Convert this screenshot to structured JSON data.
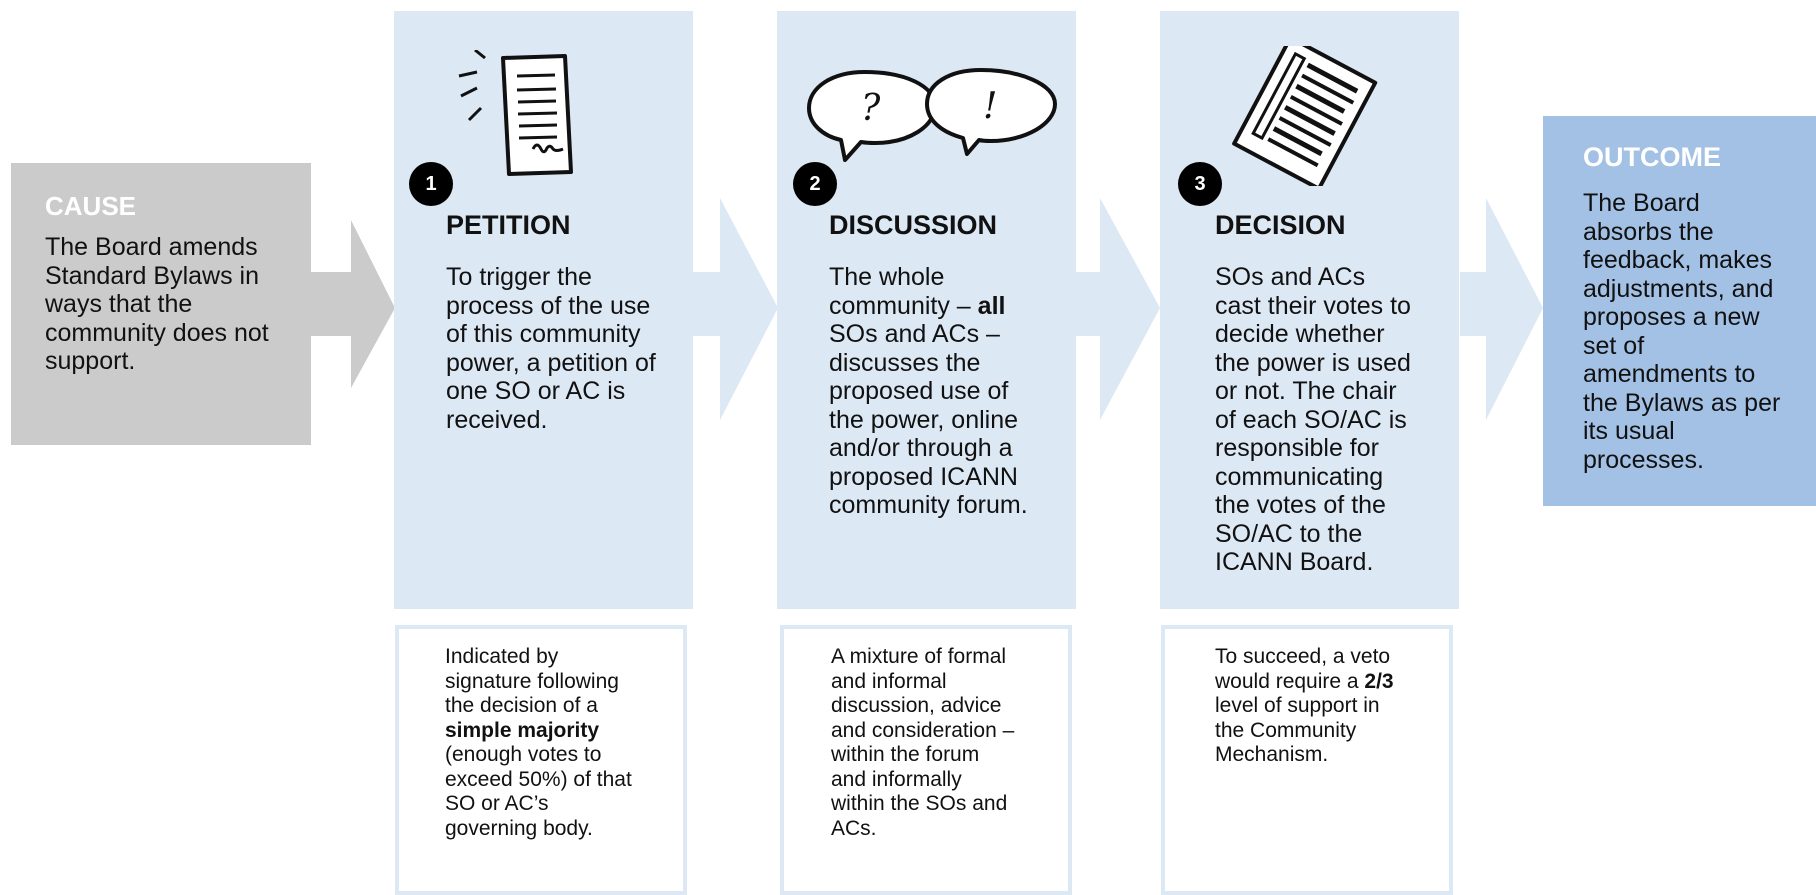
{
  "colors": {
    "cause_gray": "#cbcbcb",
    "step_blue": "#dde8f5",
    "outcome_blue": "#a3c1e5",
    "number_black": "#000000"
  },
  "cause": {
    "title": "CAUSE",
    "text": "The Board amends\nStandard Bylaws in\nways that the\ncommunity does not\nsupport."
  },
  "steps": [
    {
      "number": "1",
      "title": "PETITION",
      "icon": "document-icon",
      "text": "To trigger the\nprocess of the use\nof this community\npower, a petition of\none SO or AC is\nreceived.",
      "note": "Indicated by\nsignature following\nthe decision of a\n<b>simple majority</b>\n(enough votes to\nexceed 50%) of that\nSO or AC’s\ngoverning body."
    },
    {
      "number": "2",
      "title": "DISCUSSION",
      "icon": "speech-bubbles-icon",
      "text": "The whole\ncommunity – <b>all</b>\nSOs and ACs –\ndiscusses the\nproposed use of\nthe power, online\nand/or through a\nproposed ICANN\ncommunity forum.",
      "note": "A mixture of formal\nand informal\ndiscussion, advice\nand consideration –\nwithin the forum\nand informally\nwithin the SOs and\nACs."
    },
    {
      "number": "3",
      "title": "DECISION",
      "icon": "ballot-paper-icon",
      "text": "SOs and ACs\ncast their votes to\ndecide whether\nthe power is used\nor not. The chair\nof each SO/AC is\nresponsible for\ncommunicating\nthe votes of the\nSO/AC to the\nICANN Board.",
      "note": "To succeed, a veto\nwould require a <b>2/3</b>\nlevel of support in\nthe Community\nMechanism."
    }
  ],
  "outcome": {
    "title": "OUTCOME",
    "text": "The Board\nabsorbs the\nfeedback, makes\nadjustments, and\nproposes a new\nset of\namendments to\nthe Bylaws as per\nits usual\nprocesses."
  }
}
